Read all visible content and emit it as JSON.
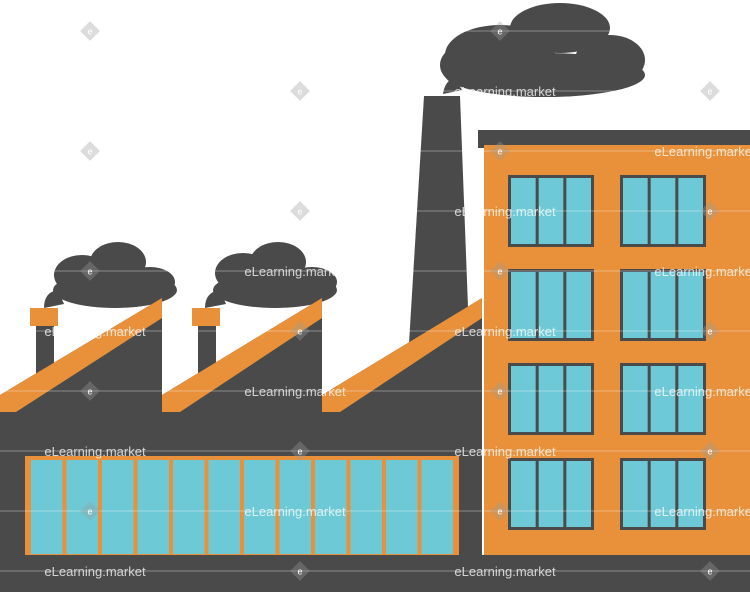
{
  "illustration": {
    "subject": "factory-with-smoking-chimneys",
    "colors": {
      "background": "#ffffff",
      "building_dark": "#4a4a4a",
      "smoke": "#4a4a4a",
      "brick_orange": "#e8913a",
      "window_glass": "#6ec9d6",
      "window_frame": "#4a4a4a"
    },
    "office_block": {
      "window_rows": 4,
      "window_columns": 2,
      "panes_per_window": 3
    },
    "hall_window": {
      "panes": 12
    }
  },
  "watermark": {
    "text": "eLearning.market",
    "badge_letter": "e"
  }
}
